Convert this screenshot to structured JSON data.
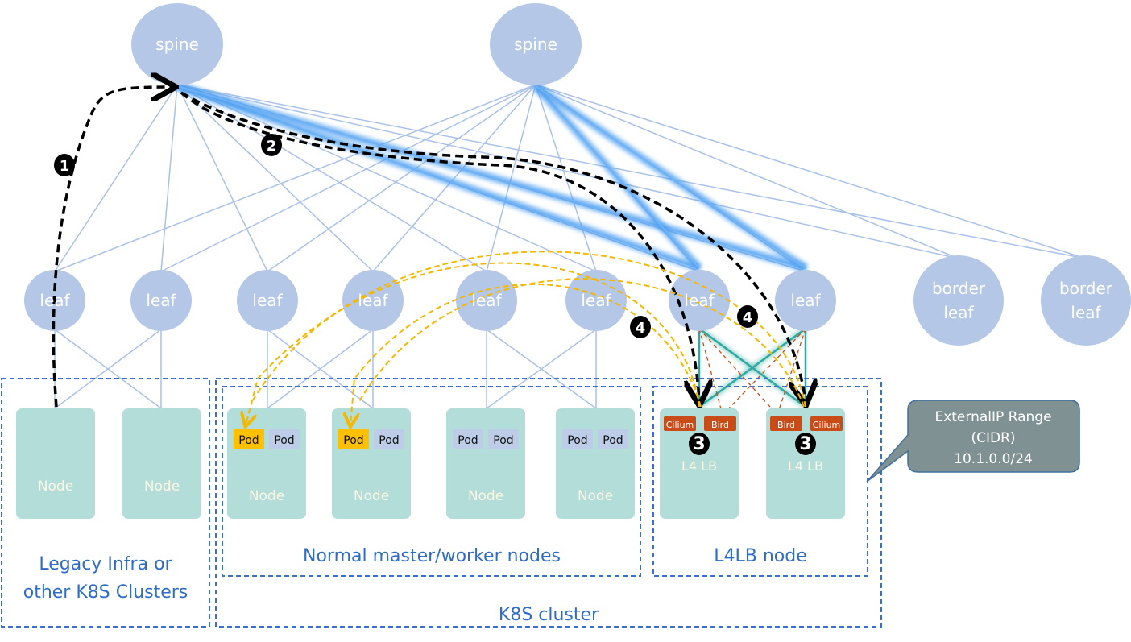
{
  "spines": [
    {
      "label": "spine"
    },
    {
      "label": "spine"
    }
  ],
  "leaves": [
    {
      "label": "leaf"
    },
    {
      "label": "leaf"
    },
    {
      "label": "leaf"
    },
    {
      "label": "leaf"
    },
    {
      "label": "leaf"
    },
    {
      "label": "leaf"
    },
    {
      "label": "leaf"
    },
    {
      "label": "leaf"
    }
  ],
  "border_leaves": [
    {
      "line1": "border",
      "line2": "leaf"
    },
    {
      "line1": "border",
      "line2": "leaf"
    }
  ],
  "legacy_nodes": [
    {
      "label": "Node"
    },
    {
      "label": "Node"
    }
  ],
  "worker_nodes": [
    {
      "label": "Node",
      "pods": [
        "Pod",
        "Pod"
      ],
      "highlight_first": true
    },
    {
      "label": "Node",
      "pods": [
        "Pod",
        "Pod"
      ],
      "highlight_first": true
    },
    {
      "label": "Node",
      "pods": [
        "Pod",
        "Pod"
      ],
      "highlight_first": false
    },
    {
      "label": "Node",
      "pods": [
        "Pod",
        "Pod"
      ],
      "highlight_first": false
    }
  ],
  "lb_nodes": [
    {
      "label": "L4 LB",
      "tags": [
        "Cilium",
        "Bird"
      ]
    },
    {
      "label": "L4 LB",
      "tags": [
        "Bird",
        "Cilium"
      ]
    }
  ],
  "steps": [
    "1",
    "2",
    "3",
    "3",
    "4",
    "4"
  ],
  "groups": {
    "legacy_line1": "Legacy Infra or",
    "legacy_line2": "other K8S Clusters",
    "normal": "Normal master/worker nodes",
    "l4lb": "L4LB node",
    "cluster": "K8S cluster"
  },
  "callout": {
    "line1": "ExternalIP Range",
    "line2": "(CIDR)",
    "line3": "10.1.0.0/24"
  },
  "colors": {
    "fabric": "#b4c7e7",
    "link": "#a9c1e8",
    "node": "#b3ddd9",
    "pod": "#bdcde8",
    "pod_active": "#ffc000",
    "tag": "#c94b18",
    "group_border": "#3b6fce",
    "callout": "#7f9193",
    "path_yellow": "#f5b800"
  }
}
